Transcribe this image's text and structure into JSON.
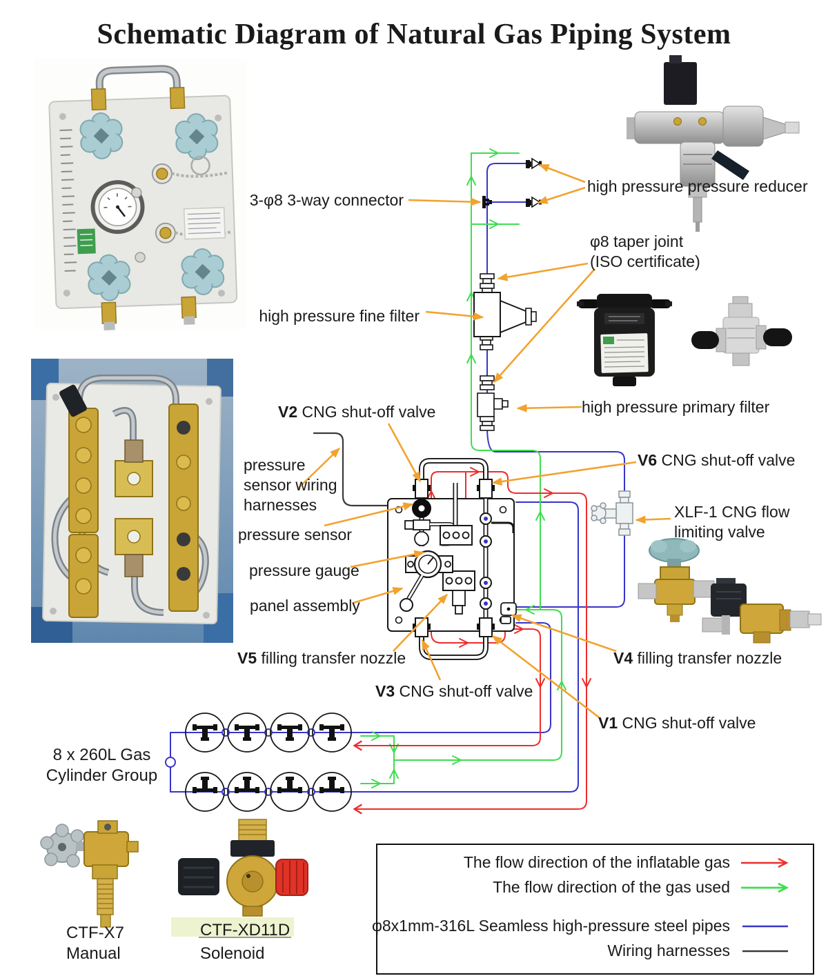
{
  "title": "Schematic Diagram of Natural Gas Piping System",
  "colors": {
    "orange": "#f2a22e",
    "red": "#ee2c2c",
    "green": "#3fdd4f",
    "blue": "#3734c8",
    "wire": "#3a3a3a"
  },
  "labels": {
    "three_way": "3-φ8 3-way connector",
    "reducer": "high pressure pressure reducer",
    "taper_line1": "φ8 taper joint",
    "taper_line2": "(ISO certificate)",
    "fine_filter": "high pressure fine filter",
    "primary_filter": "high pressure primary filter",
    "v2": {
      "tag": "V2",
      "text": " CNG shut-off valve"
    },
    "v6": {
      "tag": "V6",
      "text": " CNG shut-off valve"
    },
    "wiring_line1": "pressure",
    "wiring_line2": "sensor wiring",
    "wiring_line3": "harnesses",
    "pressure_sensor": "pressure sensor",
    "xlf_line1": "XLF-1 CNG flow",
    "xlf_line2": "limiting valve",
    "pressure_gauge": "pressure gauge",
    "panel_assembly": "panel assembly",
    "v5": {
      "tag": "V5",
      "text": " filling transfer nozzle"
    },
    "v4": {
      "tag": "V4",
      "text": " filling transfer nozzle"
    },
    "v3": {
      "tag": "V3",
      "text": " CNG shut-off valve"
    },
    "v1": {
      "tag": "V1",
      "text": " CNG shut-off valve"
    }
  },
  "cylinder_group": {
    "count": 8,
    "label_line1": "8 x 260L Gas",
    "label_line2": "Cylinder Group"
  },
  "captions": {
    "ctf_x7": {
      "model": "CTF-X7",
      "type": "Manual"
    },
    "ctf_xd11d": {
      "model": "CTF-XD11D",
      "type": "Solenoid"
    }
  },
  "legend": {
    "items": [
      {
        "label": "The flow direction of the inflatable gas",
        "symbol": "red-arrow"
      },
      {
        "label": "The flow direction of the gas used",
        "symbol": "green-arrow"
      },
      {
        "label": "φ8x1mm-316L Seamless high-pressure steel pipes",
        "symbol": "blue-line"
      },
      {
        "label": "Wiring harnesses",
        "symbol": "black-line"
      }
    ]
  }
}
